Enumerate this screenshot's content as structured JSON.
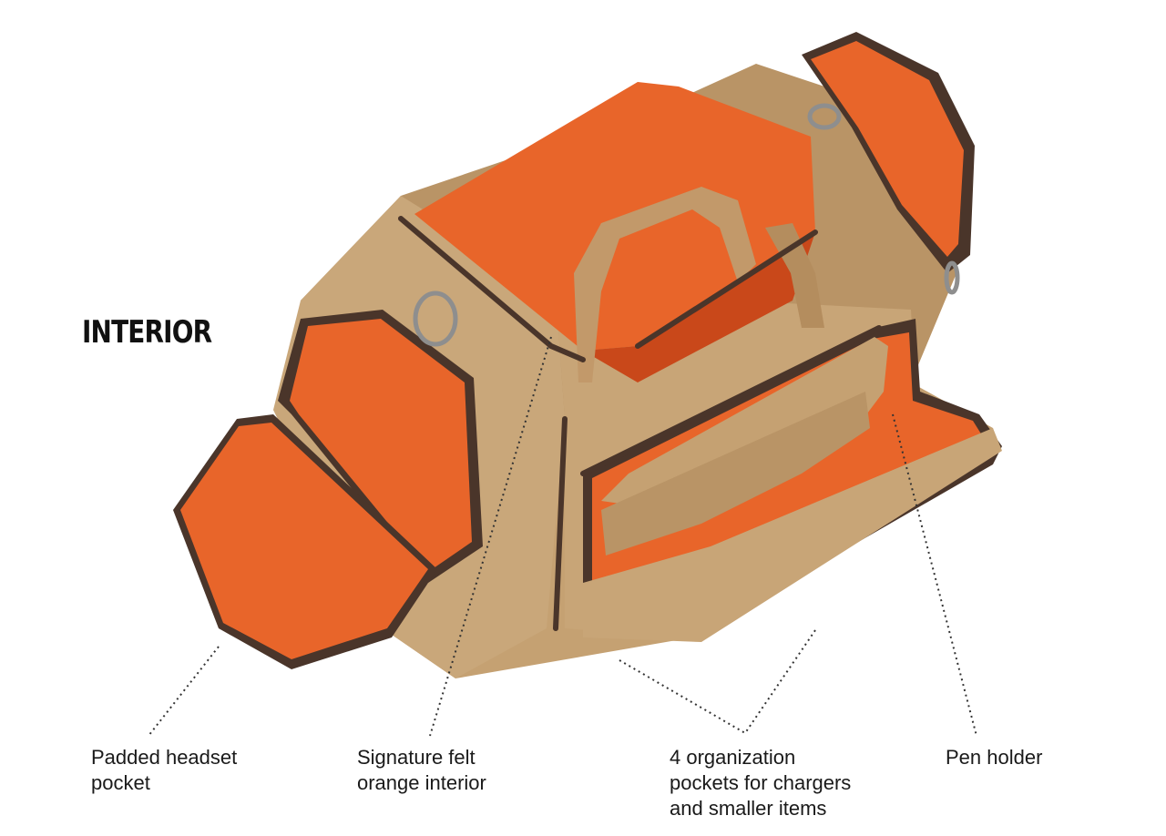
{
  "heading": "INTERIOR",
  "callouts": {
    "headset": "Padded headset\npocket",
    "felt": "Signature felt\norange interior",
    "organization": "4 organization\npockets for chargers\nand smaller items",
    "pen": "Pen holder"
  },
  "colors": {
    "canvas": "#c9a77a",
    "canvas_shadow": "#a98659",
    "lining": "#e8652a",
    "lining_dark": "#c9481a",
    "trim": "#4a352a",
    "metal": "#8e8e8e"
  }
}
